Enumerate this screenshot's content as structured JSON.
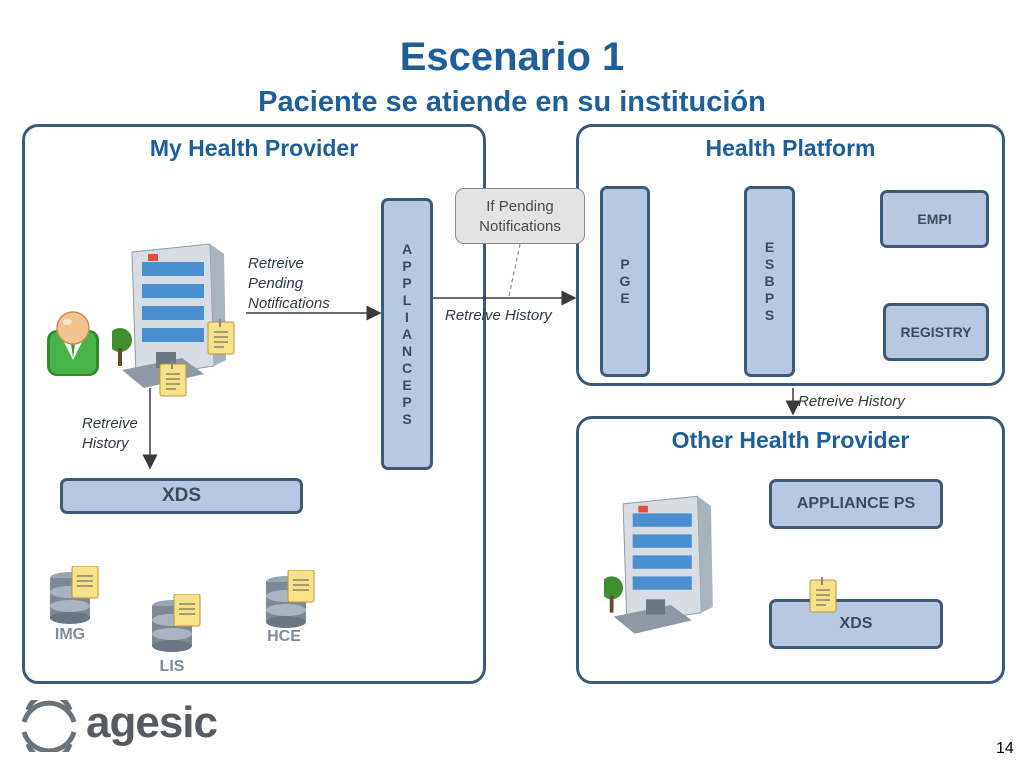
{
  "title": "Escenario 1",
  "subtitle": "Paciente se atiende en su institución",
  "panels": {
    "my_health_provider": {
      "title": "My Health Provider",
      "appliance_letters": "A\nP\nP\nL\nI\nA\nN\nC\nE\nP\nS",
      "xds_label": "XDS",
      "databases": [
        "IMG",
        "LIS",
        "HCE"
      ],
      "note_pending": "Retreive\nPending\nNotifications",
      "note_history": "Retreive\nHistory"
    },
    "health_platform": {
      "title": "Health Platform",
      "pge_letters": "P\nG\nE",
      "esbps_letters": "E\nS\nB\nP\nS",
      "empi_label": "EMPI",
      "registry_label": "REGISTRY"
    },
    "other_health_provider": {
      "title": "Other Health Provider",
      "appliance_label": "APPLIANCE PS",
      "xds_label": "XDS"
    }
  },
  "connectors": {
    "callout": "If Pending\nNotifications",
    "to_platform": "Retreive History",
    "to_other": "Retreive History"
  },
  "footer": {
    "brand": "agesic",
    "page_number": "14"
  },
  "colors": {
    "title_blue": "#1f5f99",
    "box_fill": "#b7c9e2",
    "border_dark": "#3c5a78"
  }
}
